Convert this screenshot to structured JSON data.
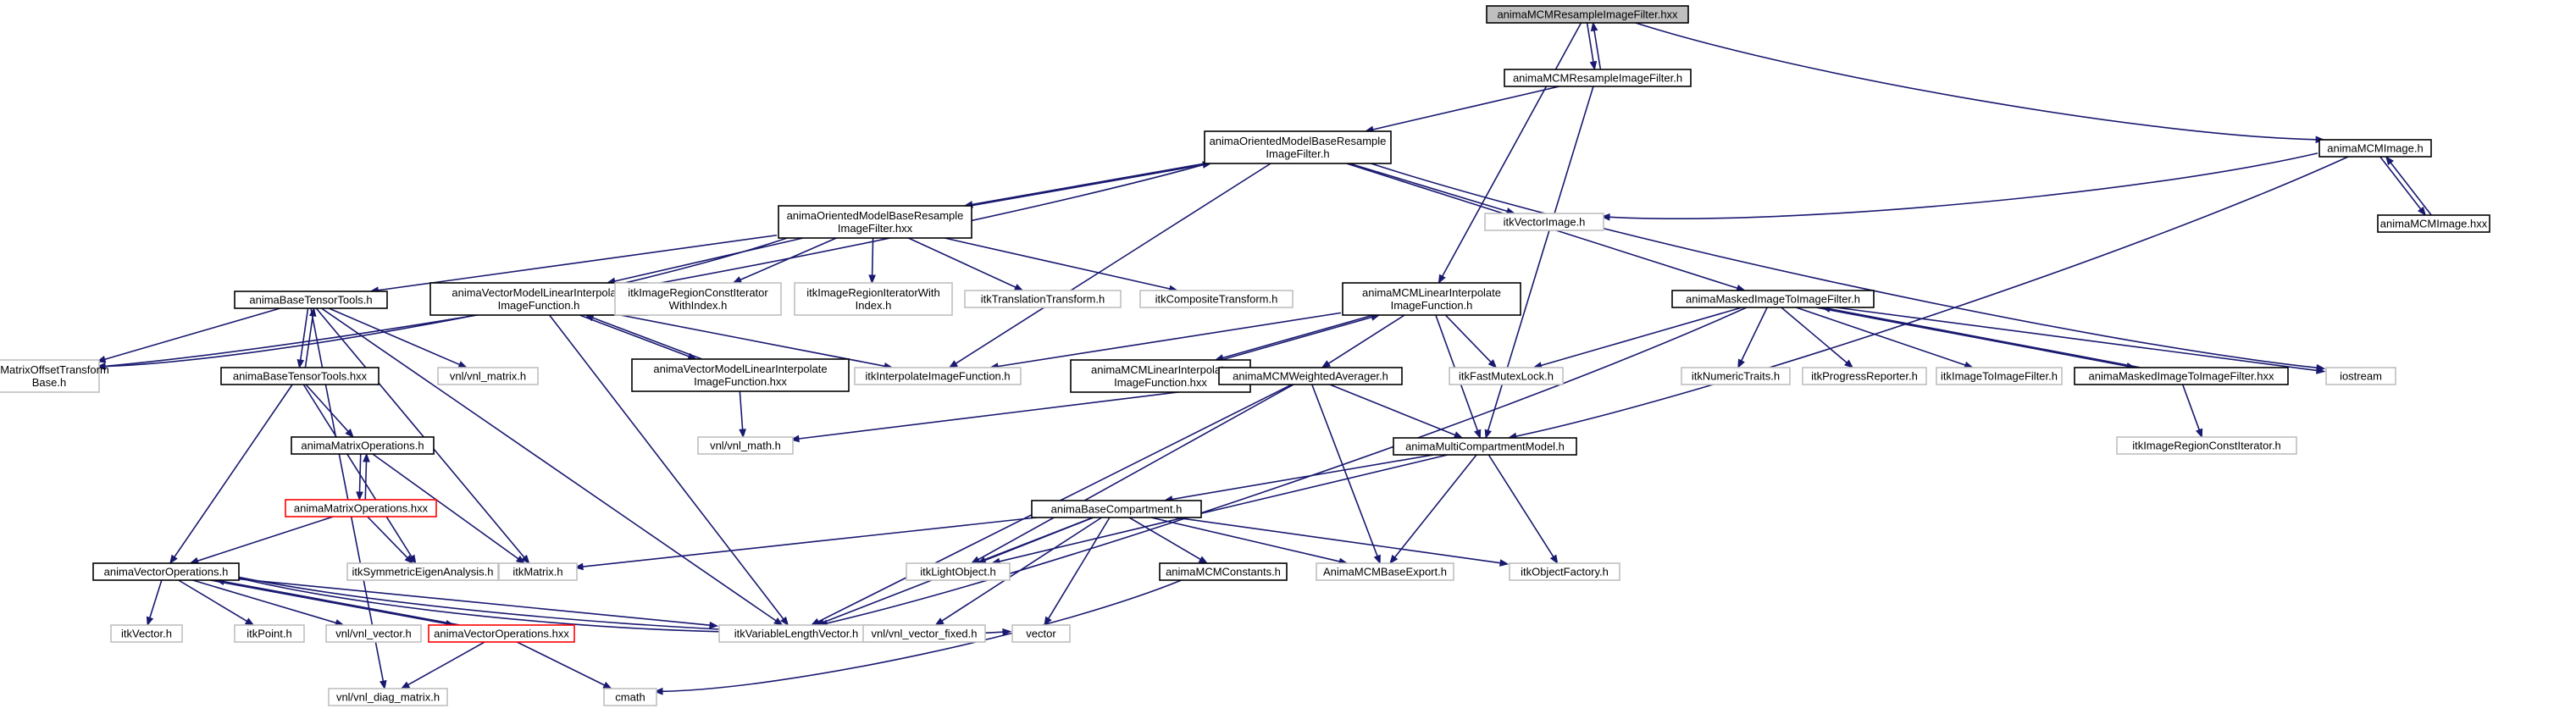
{
  "colors": {
    "edge": "#191970",
    "root_fill": "#bfbfbf",
    "external_border": "#bfbfbf",
    "cycle_border": "#ff0000"
  },
  "nodes": [
    {
      "id": "root",
      "lines": [
        "animaMCMResampleImageFilter.hxx"
      ],
      "kind": "root"
    },
    {
      "id": "resample_h",
      "lines": [
        "animaMCMResampleImageFilter.h"
      ],
      "kind": "local"
    },
    {
      "id": "omb_h",
      "lines": [
        "animaOrientedModelBaseResample",
        "ImageFilter.h"
      ],
      "kind": "local"
    },
    {
      "id": "omb_hxx",
      "lines": [
        "animaOrientedModelBaseResample",
        "ImageFilter.hxx"
      ],
      "kind": "local"
    },
    {
      "id": "mcmimage_h",
      "lines": [
        "animaMCMImage.h"
      ],
      "kind": "local"
    },
    {
      "id": "mcmimage_hxx",
      "lines": [
        "animaMCMImage.hxx"
      ],
      "kind": "local"
    },
    {
      "id": "vectorimage",
      "lines": [
        "itkVectorImage.h"
      ],
      "kind": "external"
    },
    {
      "id": "iostream",
      "lines": [
        "iostream"
      ],
      "kind": "external"
    },
    {
      "id": "basetensor_h",
      "lines": [
        "animaBaseTensorTools.h"
      ],
      "kind": "local"
    },
    {
      "id": "basetensor_hxx",
      "lines": [
        "animaBaseTensorTools.hxx"
      ],
      "kind": "local"
    },
    {
      "id": "vmli_h",
      "lines": [
        "animaVectorModelLinearInterpolate",
        "ImageFunction.h"
      ],
      "kind": "local"
    },
    {
      "id": "vmli_hxx",
      "lines": [
        "animaVectorModelLinearInterpolate",
        "ImageFunction.hxx"
      ],
      "kind": "local"
    },
    {
      "id": "regionconst",
      "lines": [
        "itkImageRegionConstIterator",
        "WithIndex.h"
      ],
      "kind": "external"
    },
    {
      "id": "regioniter",
      "lines": [
        "itkImageRegionIteratorWith",
        "Index.h"
      ],
      "kind": "external"
    },
    {
      "id": "translation",
      "lines": [
        "itkTranslationTransform.h"
      ],
      "kind": "external"
    },
    {
      "id": "composite",
      "lines": [
        "itkCompositeTransform.h"
      ],
      "kind": "external"
    },
    {
      "id": "mcmli_h",
      "lines": [
        "animaMCMLinearInterpolate",
        "ImageFunction.h"
      ],
      "kind": "local"
    },
    {
      "id": "mcmli_hxx",
      "lines": [
        "animaMCMLinearInterpolate",
        "ImageFunction.hxx"
      ],
      "kind": "local"
    },
    {
      "id": "masked_h",
      "lines": [
        "animaMaskedImageToImageFilter.h"
      ],
      "kind": "local"
    },
    {
      "id": "masked_hxx",
      "lines": [
        "animaMaskedImageToImageFilter.hxx"
      ],
      "kind": "local"
    },
    {
      "id": "matrixoffset",
      "lines": [
        "itkMatrixOffsetTransform",
        "Base.h"
      ],
      "kind": "external"
    },
    {
      "id": "vnlmatrix",
      "lines": [
        "vnl/vnl_matrix.h"
      ],
      "kind": "external"
    },
    {
      "id": "interpfunc",
      "lines": [
        "itkInterpolateImageFunction.h"
      ],
      "kind": "external"
    },
    {
      "id": "weighted",
      "lines": [
        "animaMCMWeightedAverager.h"
      ],
      "kind": "local"
    },
    {
      "id": "fastmutex",
      "lines": [
        "itkFastMutexLock.h"
      ],
      "kind": "external"
    },
    {
      "id": "numtraits",
      "lines": [
        "itkNumericTraits.h"
      ],
      "kind": "external"
    },
    {
      "id": "progress",
      "lines": [
        "itkProgressReporter.h"
      ],
      "kind": "external"
    },
    {
      "id": "imgtoimg",
      "lines": [
        "itkImageToImageFilter.h"
      ],
      "kind": "external"
    },
    {
      "id": "regionconst2",
      "lines": [
        "itkImageRegionConstIterator.h"
      ],
      "kind": "external"
    },
    {
      "id": "matrixops_h",
      "lines": [
        "animaMatrixOperations.h"
      ],
      "kind": "local"
    },
    {
      "id": "matrixops_hxx",
      "lines": [
        "animaMatrixOperations.hxx"
      ],
      "kind": "cycle"
    },
    {
      "id": "vnlmath",
      "lines": [
        "vnl/vnl_math.h"
      ],
      "kind": "external"
    },
    {
      "id": "multicomp",
      "lines": [
        "animaMultiCompartmentModel.h"
      ],
      "kind": "local"
    },
    {
      "id": "basecomp",
      "lines": [
        "animaBaseCompartment.h"
      ],
      "kind": "local"
    },
    {
      "id": "vecops_h",
      "lines": [
        "animaVectorOperations.h"
      ],
      "kind": "local"
    },
    {
      "id": "symeigen",
      "lines": [
        "itkSymmetricEigenAnalysis.h"
      ],
      "kind": "external"
    },
    {
      "id": "itkmatrix",
      "lines": [
        "itkMatrix.h"
      ],
      "kind": "external"
    },
    {
      "id": "lightobj",
      "lines": [
        "itkLightObject.h"
      ],
      "kind": "external"
    },
    {
      "id": "mcmconst",
      "lines": [
        "animaMCMConstants.h"
      ],
      "kind": "local"
    },
    {
      "id": "baseexport",
      "lines": [
        "AnimaMCMBaseExport.h"
      ],
      "kind": "external"
    },
    {
      "id": "objfactory",
      "lines": [
        "itkObjectFactory.h"
      ],
      "kind": "external"
    },
    {
      "id": "itkvector",
      "lines": [
        "itkVector.h"
      ],
      "kind": "external"
    },
    {
      "id": "itkpoint",
      "lines": [
        "itkPoint.h"
      ],
      "kind": "external"
    },
    {
      "id": "vnlvector",
      "lines": [
        "vnl/vnl_vector.h"
      ],
      "kind": "external"
    },
    {
      "id": "vecops_hxx",
      "lines": [
        "animaVectorOperations.hxx"
      ],
      "kind": "cycle"
    },
    {
      "id": "varlen",
      "lines": [
        "itkVariableLengthVector.h"
      ],
      "kind": "external"
    },
    {
      "id": "vnlfixed",
      "lines": [
        "vnl/vnl_vector_fixed.h"
      ],
      "kind": "external"
    },
    {
      "id": "vector",
      "lines": [
        "vector"
      ],
      "kind": "external"
    },
    {
      "id": "diagmatrix",
      "lines": [
        "vnl/vnl_diag_matrix.h"
      ],
      "kind": "external"
    },
    {
      "id": "cmath",
      "lines": [
        "cmath"
      ],
      "kind": "external"
    }
  ],
  "edges": [
    [
      "root",
      "resample_h"
    ],
    [
      "root",
      "mcmli_h"
    ],
    [
      "root",
      "mcmimage_h"
    ],
    [
      "resample_h",
      "root"
    ],
    [
      "resample_h",
      "omb_h"
    ],
    [
      "resample_h",
      "multicomp"
    ],
    [
      "omb_h",
      "omb_hxx"
    ],
    [
      "omb_h",
      "matrixoffset"
    ],
    [
      "omb_h",
      "vectorimage"
    ],
    [
      "omb_h",
      "interpfunc"
    ],
    [
      "omb_h",
      "masked_h"
    ],
    [
      "omb_h",
      "iostream"
    ],
    [
      "omb_hxx",
      "omb_h"
    ],
    [
      "omb_hxx",
      "basetensor_h"
    ],
    [
      "omb_hxx",
      "vmli_h"
    ],
    [
      "omb_hxx",
      "regionconst"
    ],
    [
      "omb_hxx",
      "regioniter"
    ],
    [
      "omb_hxx",
      "translation"
    ],
    [
      "omb_hxx",
      "composite"
    ],
    [
      "omb_hxx",
      "matrixoffset"
    ],
    [
      "mcmimage_h",
      "vectorimage"
    ],
    [
      "mcmimage_h",
      "mcmimage_hxx"
    ],
    [
      "mcmimage_h",
      "multicomp"
    ],
    [
      "mcmimage_hxx",
      "mcmimage_h"
    ],
    [
      "basetensor_h",
      "basetensor_hxx"
    ],
    [
      "basetensor_h",
      "matrixoffset"
    ],
    [
      "basetensor_h",
      "vnlmatrix"
    ],
    [
      "basetensor_h",
      "itkmatrix"
    ],
    [
      "basetensor_h",
      "varlen"
    ],
    [
      "basetensor_h",
      "diagmatrix"
    ],
    [
      "basetensor_hxx",
      "basetensor_h"
    ],
    [
      "basetensor_hxx",
      "matrixops_h"
    ],
    [
      "basetensor_hxx",
      "vecops_h"
    ],
    [
      "basetensor_hxx",
      "symeigen"
    ],
    [
      "vmli_h",
      "vmli_hxx"
    ],
    [
      "vmli_h",
      "interpfunc"
    ],
    [
      "vmli_h",
      "varlen"
    ],
    [
      "vmli_hxx",
      "vmli_h"
    ],
    [
      "vmli_hxx",
      "vnlmath"
    ],
    [
      "mcmli_h",
      "mcmli_hxx"
    ],
    [
      "mcmli_h",
      "interpfunc"
    ],
    [
      "mcmli_h",
      "weighted"
    ],
    [
      "mcmli_h",
      "fastmutex"
    ],
    [
      "mcmli_h",
      "multicomp"
    ],
    [
      "mcmli_hxx",
      "mcmli_h"
    ],
    [
      "masked_h",
      "masked_hxx"
    ],
    [
      "masked_h",
      "fastmutex"
    ],
    [
      "masked_h",
      "numtraits"
    ],
    [
      "masked_h",
      "progress"
    ],
    [
      "masked_h",
      "imgtoimg"
    ],
    [
      "masked_h",
      "iostream"
    ],
    [
      "masked_h",
      "varlen"
    ],
    [
      "masked_hxx",
      "masked_h"
    ],
    [
      "masked_hxx",
      "regionconst2"
    ],
    [
      "matrixops_h",
      "matrixops_hxx"
    ],
    [
      "matrixops_h",
      "itkmatrix"
    ],
    [
      "matrixops_hxx",
      "matrixops_h"
    ],
    [
      "matrixops_hxx",
      "vecops_h"
    ],
    [
      "matrixops_hxx",
      "symeigen"
    ],
    [
      "weighted",
      "multicomp"
    ],
    [
      "weighted",
      "vnlmath"
    ],
    [
      "weighted",
      "lightobj"
    ],
    [
      "weighted",
      "baseexport"
    ],
    [
      "weighted",
      "varlen"
    ],
    [
      "multicomp",
      "basecomp"
    ],
    [
      "multicomp",
      "baseexport"
    ],
    [
      "multicomp",
      "objfactory"
    ],
    [
      "multicomp",
      "lightobj"
    ],
    [
      "basecomp",
      "itkmatrix"
    ],
    [
      "basecomp",
      "lightobj"
    ],
    [
      "basecomp",
      "mcmconst"
    ],
    [
      "basecomp",
      "baseexport"
    ],
    [
      "basecomp",
      "objfactory"
    ],
    [
      "basecomp",
      "varlen"
    ],
    [
      "basecomp",
      "vnlfixed"
    ],
    [
      "basecomp",
      "vector"
    ],
    [
      "mcmconst",
      "cmath"
    ],
    [
      "vecops_h",
      "itkvector"
    ],
    [
      "vecops_h",
      "itkpoint"
    ],
    [
      "vecops_h",
      "vnlvector"
    ],
    [
      "vecops_h",
      "vecops_hxx"
    ],
    [
      "vecops_h",
      "varlen"
    ],
    [
      "vecops_h",
      "vnlfixed"
    ],
    [
      "vecops_h",
      "vector"
    ],
    [
      "vecops_hxx",
      "vecops_h"
    ],
    [
      "vecops_hxx",
      "diagmatrix"
    ],
    [
      "vecops_hxx",
      "cmath"
    ]
  ]
}
